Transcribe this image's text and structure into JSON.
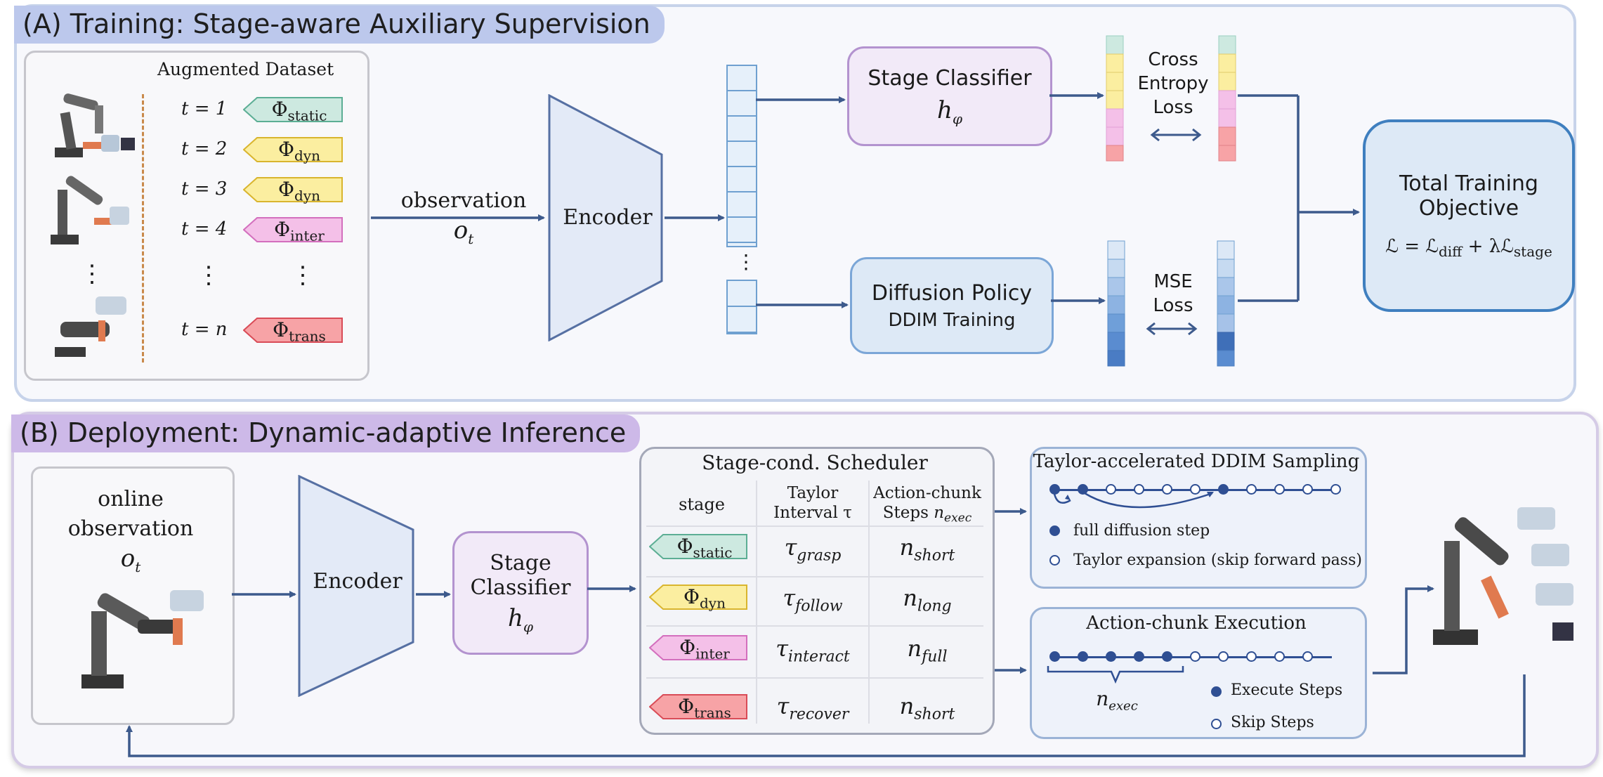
{
  "panelA": {
    "title": "(A) Training: Stage-aware Auxiliary Supervision",
    "dataset": {
      "title": "Augmented Dataset",
      "rows": [
        {
          "t": "t = 1",
          "tag": "Φ",
          "sub": "static",
          "color": "teal"
        },
        {
          "t": "t = 2",
          "tag": "Φ",
          "sub": "dyn",
          "color": "yellow"
        },
        {
          "t": "t = 3",
          "tag": "Φ",
          "sub": "dyn",
          "color": "yellow"
        },
        {
          "t": "t = 4",
          "tag": "Φ",
          "sub": "inter",
          "color": "pink"
        },
        {
          "t": "t = n",
          "tag": "Φ",
          "sub": "trans",
          "color": "red"
        }
      ],
      "ellipsis": "⋮"
    },
    "observation_label": "observation",
    "observation_symbol": "o",
    "observation_sub": "t",
    "encoder": "Encoder",
    "feature_ellipsis": "⋮",
    "stage_classifier": {
      "title": "Stage Classifier",
      "symbol": "h",
      "sub": "φ"
    },
    "diffusion_policy": {
      "title": "Diffusion Policy",
      "subtitle": "DDIM Training"
    },
    "ce_loss": "Cross Entropy Loss",
    "ce_loss_lines": [
      "Cross",
      "Entropy",
      "Loss"
    ],
    "mse_loss_lines": [
      "MSE",
      "Loss"
    ],
    "objective": {
      "title_lines": [
        "Total Training",
        "Objective"
      ],
      "formula": "ℒ = ℒ",
      "sub1": "diff",
      "plus": " + λℒ",
      "sub2": "stage"
    }
  },
  "panelB": {
    "title": "(B)  Deployment: Dynamic-adaptive Inference",
    "online_obs_lines": [
      "online",
      "observation"
    ],
    "online_symbol": "o",
    "online_sub": "t",
    "encoder": "Encoder",
    "stage_classifier": {
      "title_lines": [
        "Stage",
        "Classifier"
      ],
      "symbol": "h",
      "sub": "φ"
    },
    "scheduler": {
      "title": "Stage-cond.  Scheduler",
      "headers": {
        "stage": "stage",
        "taylor_lines": [
          "Taylor",
          "Interval τ"
        ],
        "action_lines": [
          "Action-chunk",
          "Steps "
        ],
        "action_symbol": "n",
        "action_sub": "exec"
      },
      "rows": [
        {
          "tag": "Φ",
          "sub": "static",
          "color": "teal",
          "tau": "τ",
          "tau_sub": "grasp",
          "n": "n",
          "n_sub": "short"
        },
        {
          "tag": "Φ",
          "sub": "dyn",
          "color": "yellow",
          "tau": "τ",
          "tau_sub": "follow",
          "n": "n",
          "n_sub": "long"
        },
        {
          "tag": "Φ",
          "sub": "inter",
          "color": "pink",
          "tau": "τ",
          "tau_sub": "interact",
          "n": "n",
          "n_sub": "full"
        },
        {
          "tag": "Φ",
          "sub": "trans",
          "color": "red",
          "tau": "τ",
          "tau_sub": "recover",
          "n": "n",
          "n_sub": "short"
        }
      ]
    },
    "taylor": {
      "title": "Taylor-accelerated DDIM Sampling",
      "steps": [
        "full",
        "full",
        "skip",
        "skip",
        "skip",
        "skip",
        "full",
        "skip",
        "skip",
        "skip",
        "skip"
      ],
      "legend_full": "full diffusion step",
      "legend_skip": "Taylor expansion (skip forward pass)"
    },
    "execution": {
      "title": "Action-chunk Execution",
      "steps": [
        "exec",
        "exec",
        "exec",
        "exec",
        "exec",
        "skip",
        "skip",
        "skip",
        "skip",
        "skip"
      ],
      "brace_symbol": "n",
      "brace_sub": "exec",
      "legend_exec": "Execute Steps",
      "legend_skip": "Skip Steps"
    }
  },
  "colors": {
    "arrow": "#3d5a8c",
    "teal": "#cde9e0",
    "yellow": "#fbeea0",
    "pink": "#f4c0e8",
    "red": "#f7a3a6",
    "classifier_fill": "#f2eaf8",
    "classifier_border": "#b393cf",
    "policy_fill": "#dde9f6",
    "policy_border": "#7ba6d7",
    "encoder_fill": "#e3eaf7",
    "encoder_border": "#5670a3"
  }
}
